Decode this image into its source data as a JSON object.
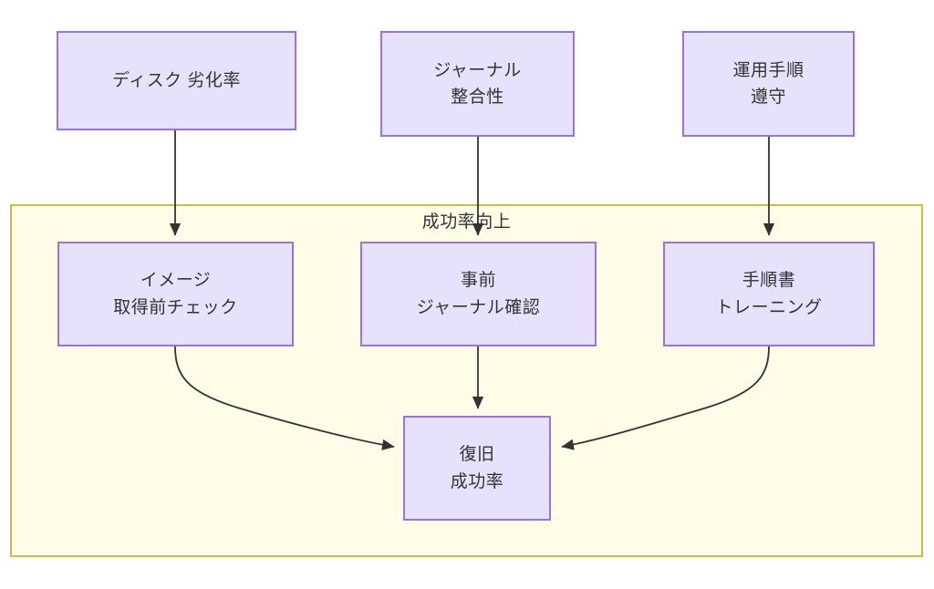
{
  "diagram": {
    "type": "flowchart",
    "direction": "top-down",
    "background_color": "#ffffff",
    "node_fill_color": "#e6e2fb",
    "node_border_color": "#9a75d4",
    "subgraph_fill_color": "#fffde7",
    "subgraph_border_color": "#c2c04a",
    "edge_color": "#333333",
    "text_color": "#333333",
    "subgraph": {
      "label": "成功率向上"
    },
    "nodes": [
      {
        "id": "disk-degradation-rate",
        "lines": [
          "ディスク 劣化率"
        ]
      },
      {
        "id": "journal-consistency",
        "lines": [
          "ジャーナル",
          "整合性"
        ]
      },
      {
        "id": "operational-procedure-compliance",
        "lines": [
          "運用手順",
          "遵守"
        ]
      },
      {
        "id": "image-precheck",
        "lines": [
          "イメージ",
          "取得前チェック"
        ]
      },
      {
        "id": "pre-journal-verification",
        "lines": [
          "事前",
          "ジャーナル確認"
        ]
      },
      {
        "id": "procedure-manual-training",
        "lines": [
          "手順書",
          "トレーニング"
        ]
      },
      {
        "id": "recovery-success-rate",
        "lines": [
          "復旧",
          "成功率"
        ]
      }
    ],
    "edges": [
      {
        "from": "disk-degradation-rate",
        "to": "image-precheck",
        "style": "straight-arrow"
      },
      {
        "from": "journal-consistency",
        "to": "pre-journal-verification",
        "style": "straight-arrow"
      },
      {
        "from": "operational-procedure-compliance",
        "to": "procedure-manual-training",
        "style": "straight-arrow"
      },
      {
        "from": "image-precheck",
        "to": "recovery-success-rate",
        "style": "curved-arrow"
      },
      {
        "from": "pre-journal-verification",
        "to": "recovery-success-rate",
        "style": "straight-arrow"
      },
      {
        "from": "procedure-manual-training",
        "to": "recovery-success-rate",
        "style": "curved-arrow"
      }
    ]
  }
}
